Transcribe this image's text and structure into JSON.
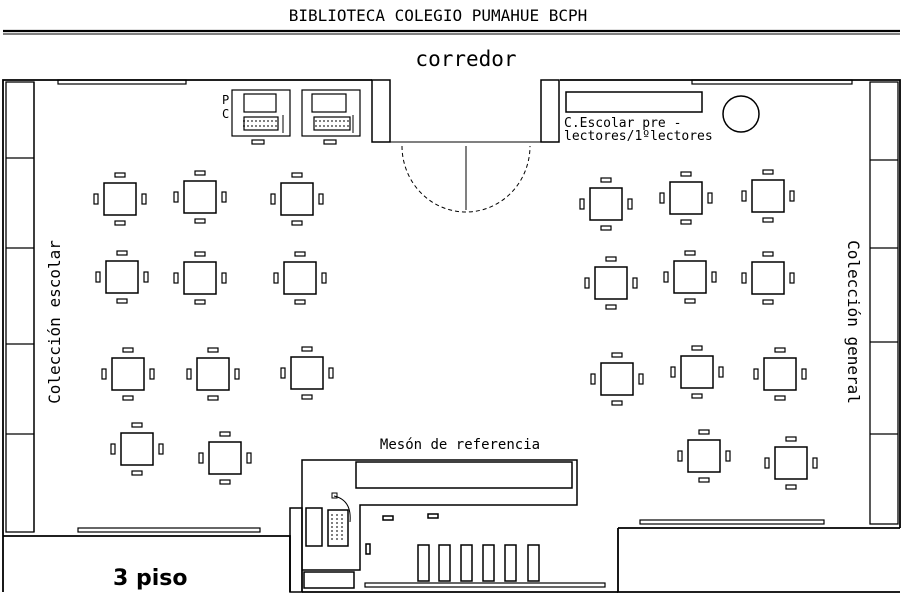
{
  "title": "BIBLIOTECA COLEGIO PUMAHUE BCPH",
  "labels": {
    "corridor": "corredor",
    "pc": "P\nC",
    "school_collection_short_1": "C.Escolar pre -",
    "school_collection_short_2": "lectores/1ºlectores",
    "school_collection": "Colección escolar",
    "general_collection": "Colección general",
    "reference_desk": "Mesón de referencia",
    "floor": "3 piso"
  },
  "colors": {
    "ink": "#000000",
    "background": "#ffffff"
  }
}
